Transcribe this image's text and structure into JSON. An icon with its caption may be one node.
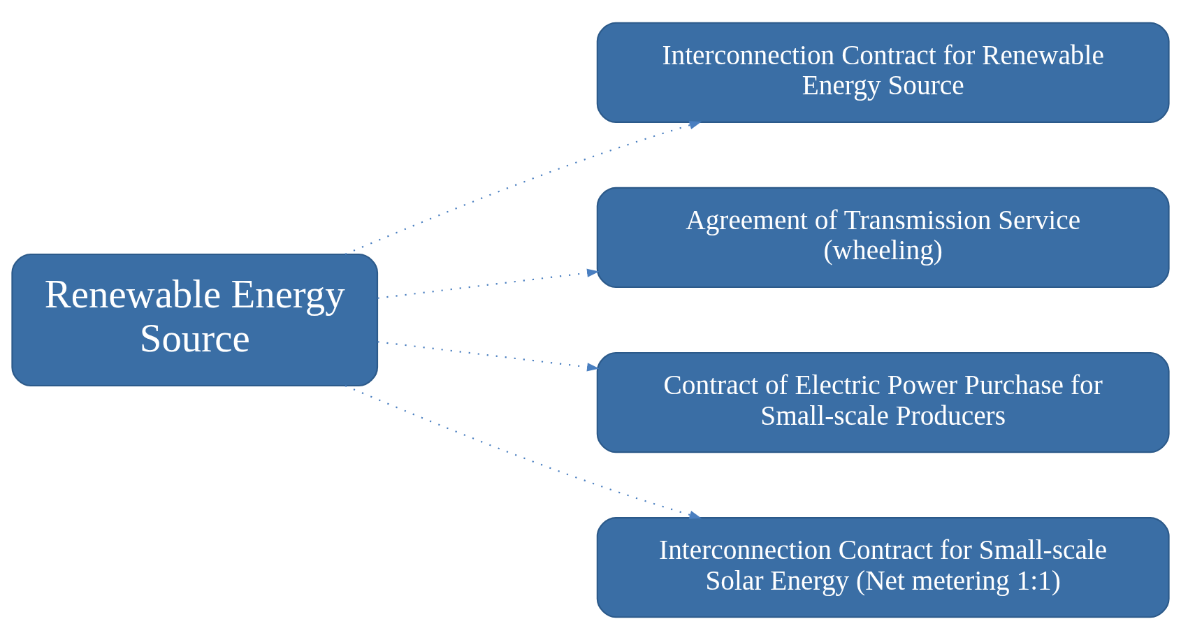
{
  "diagram": {
    "nodes": [
      {
        "text": [
          "Renewable Energy Source"
        ]
      },
      {
        "text": [
          "Interconnection Contract for Renewable Energy Source"
        ]
      },
      {
        "text": [
          "Agreement of Transmission Service (wheeling)"
        ]
      },
      {
        "text": [
          "Contract of Electric Power Purchase for Small-scale Producers"
        ]
      },
      {
        "text": [
          "Interconnection Contract for Small-scale Solar Energy (Net metering 1:1)"
        ]
      }
    ],
    "edges": [
      {
        "from": 0,
        "to": 1,
        "arrow": "to",
        "style": "dashed"
      },
      {
        "from": 0,
        "to": 2,
        "arrow": "to",
        "style": "dashed"
      },
      {
        "from": 0,
        "to": 3,
        "arrow": "to",
        "style": "dashed"
      },
      {
        "from": 0,
        "to": 4,
        "arrow": "to",
        "style": "dashed"
      }
    ]
  }
}
